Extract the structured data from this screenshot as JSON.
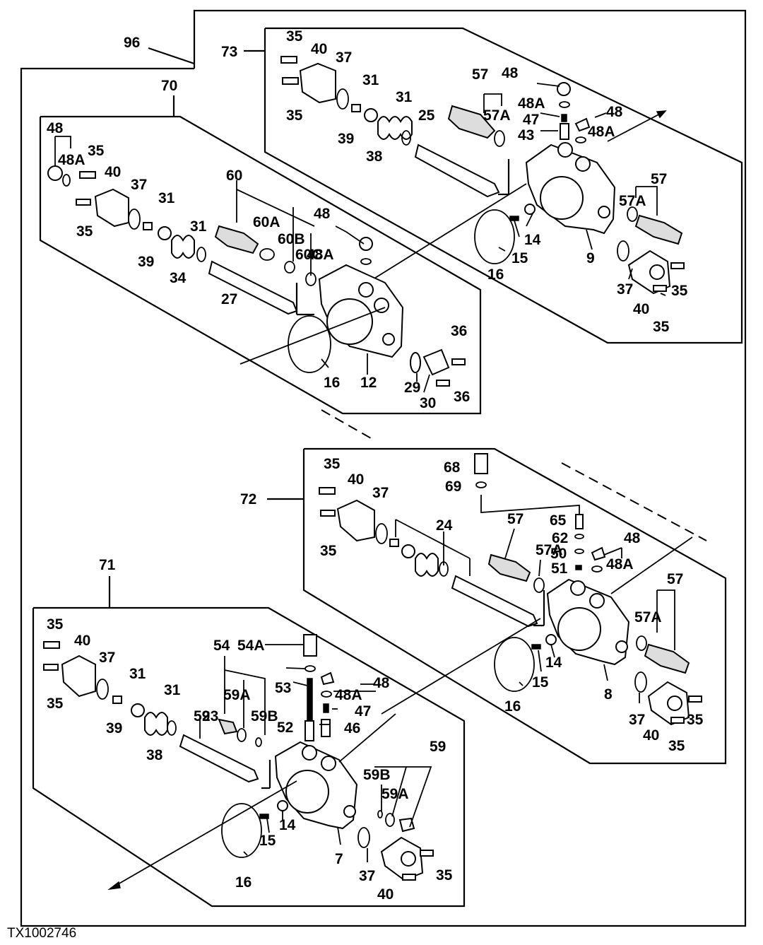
{
  "figure_id": "TX1002746",
  "labels": {
    "g96": "96",
    "g70": "70",
    "g71": "71",
    "g72": "72",
    "g73": "73",
    "s73": [
      "35",
      "40",
      "37",
      "35",
      "31",
      "39",
      "31",
      "38",
      "25",
      "57",
      "48",
      "57A",
      "48A",
      "47",
      "48",
      "43",
      "48A",
      "57",
      "57A",
      "14",
      "15",
      "16",
      "9",
      "37",
      "35",
      "40",
      "35"
    ],
    "s70": [
      "48",
      "48A",
      "35",
      "40",
      "37",
      "35",
      "31",
      "39",
      "31",
      "34",
      "27",
      "60",
      "60A",
      "60B",
      "60C",
      "48",
      "48A",
      "16",
      "12",
      "36",
      "29",
      "30",
      "36"
    ],
    "s72": [
      "68",
      "69",
      "35",
      "40",
      "37",
      "35",
      "24",
      "65",
      "62",
      "57",
      "50",
      "48",
      "57A",
      "51",
      "48A",
      "57",
      "57A",
      "14",
      "15",
      "16",
      "8",
      "37",
      "35",
      "40",
      "35"
    ],
    "s71": [
      "35",
      "40",
      "37",
      "35",
      "31",
      "39",
      "31",
      "38",
      "59",
      "54",
      "54A",
      "59A",
      "59B",
      "48",
      "48A",
      "53",
      "23",
      "47",
      "52",
      "46",
      "59",
      "59B",
      "59A",
      "14",
      "15",
      "16",
      "7",
      "37",
      "40",
      "35"
    ]
  }
}
